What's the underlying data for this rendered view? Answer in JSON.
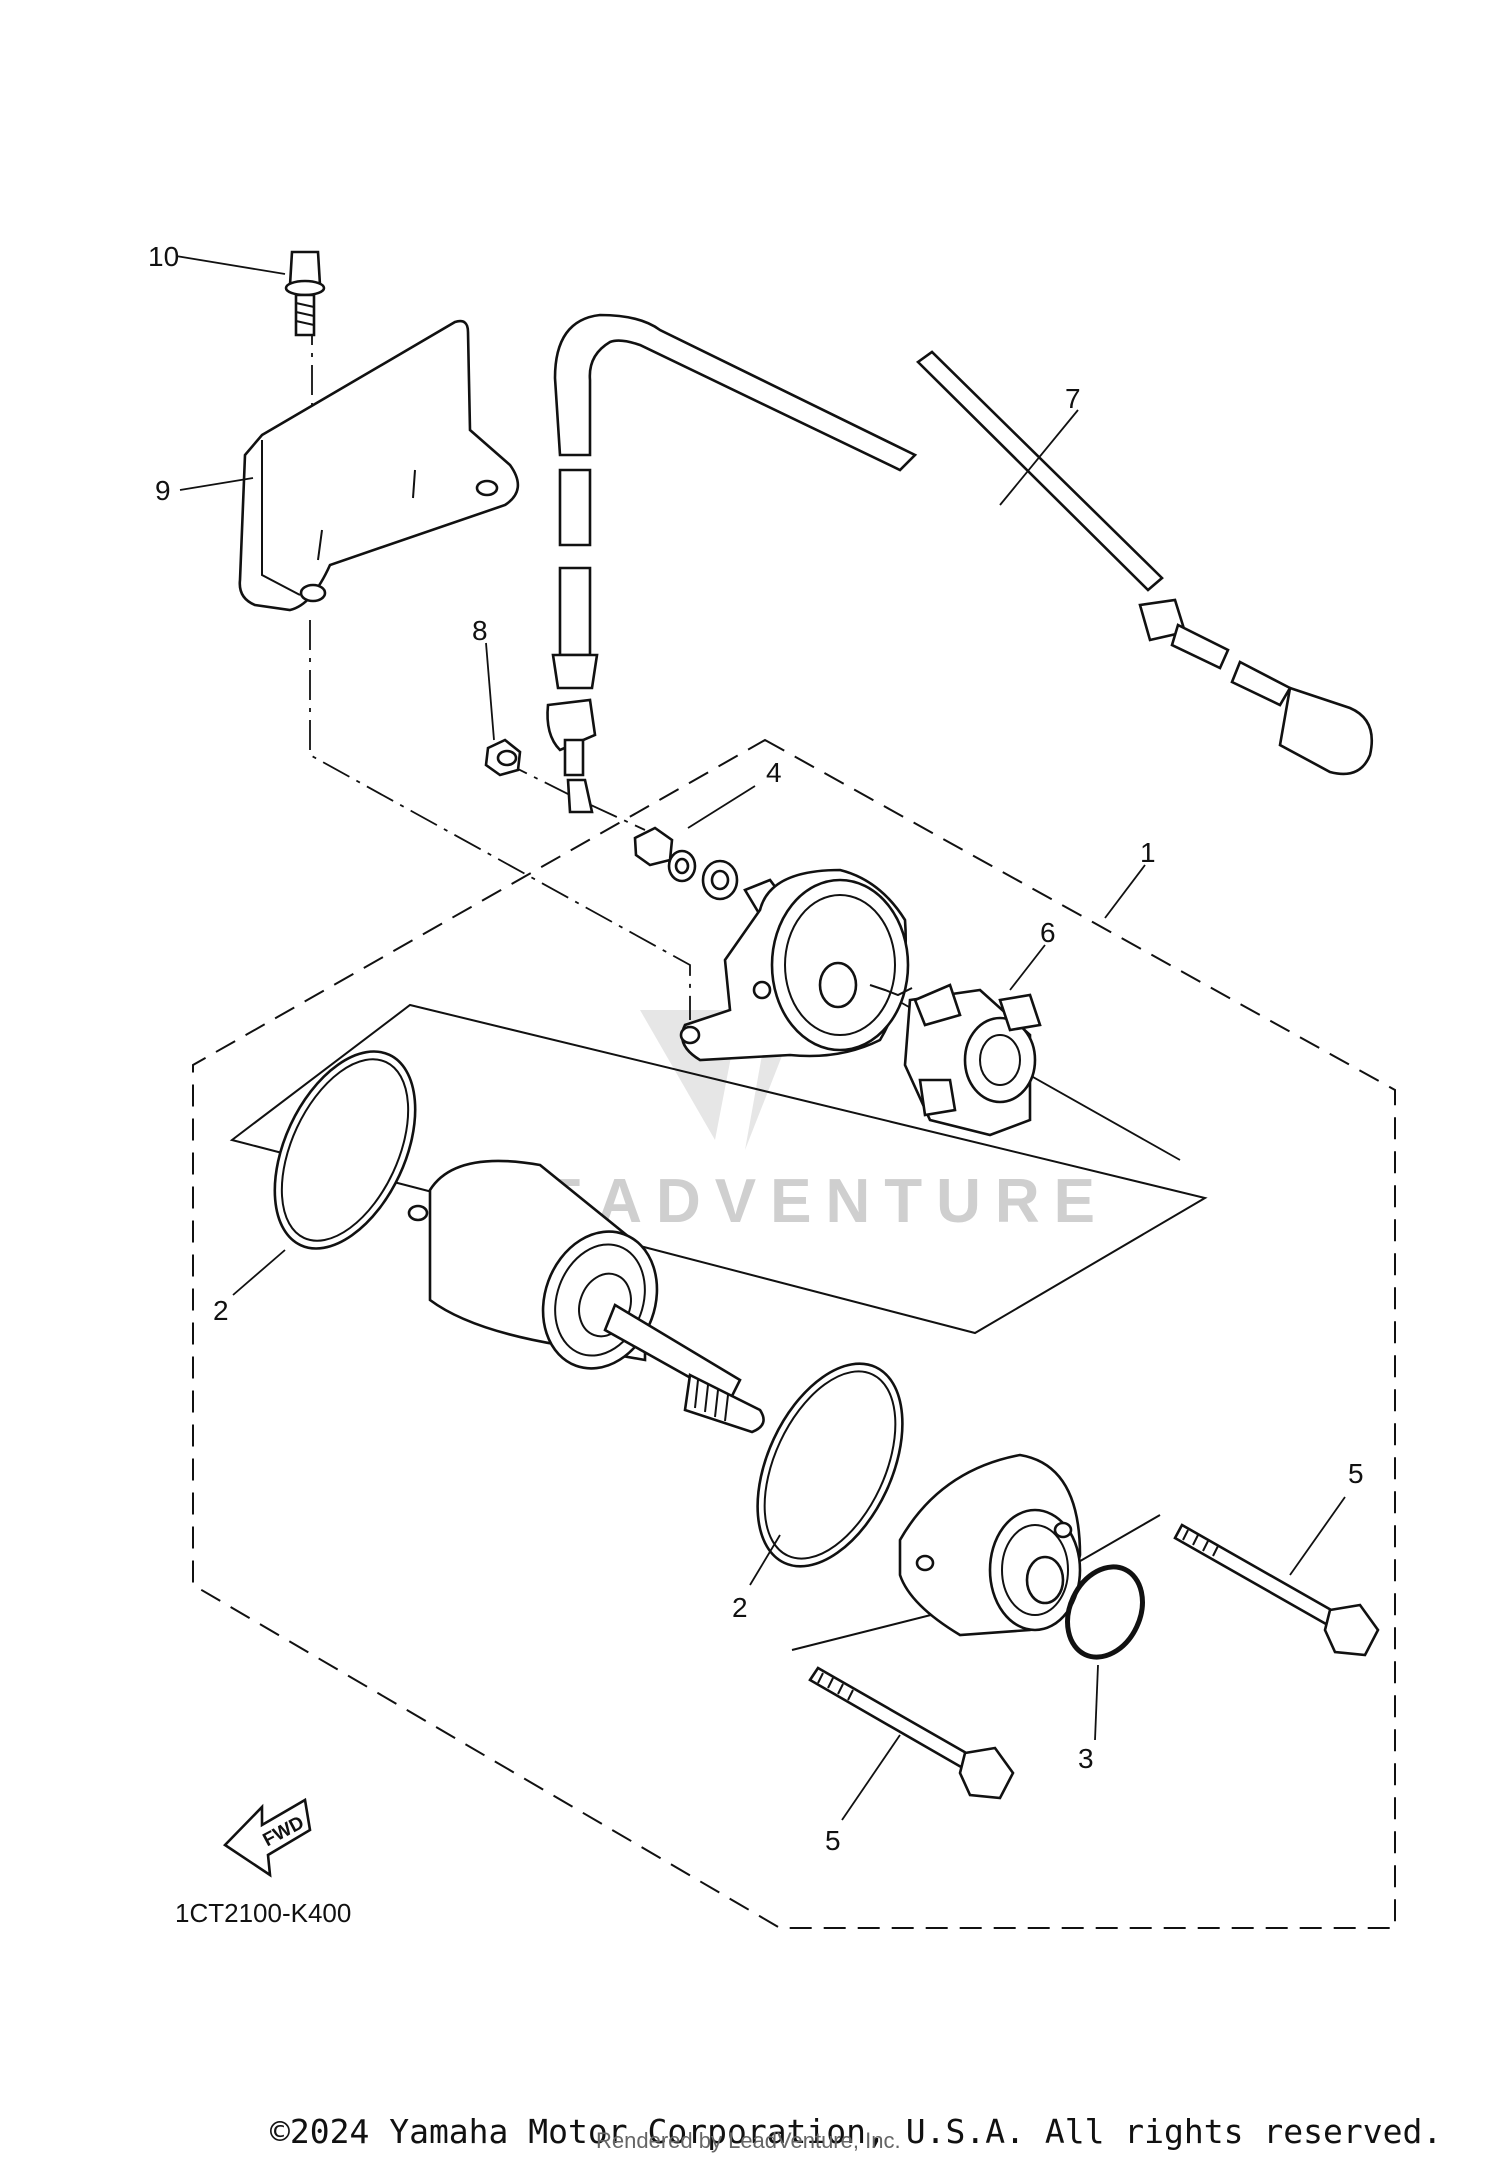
{
  "diagram": {
    "callouts": [
      "1",
      "2",
      "2",
      "3",
      "4",
      "5",
      "5",
      "6",
      "7",
      "8",
      "9",
      "10"
    ],
    "fwd_badge": "FWD",
    "diagram_code": "1CT2100-K400",
    "watermark": "LEADVENTURE"
  },
  "footer": {
    "copyright": "©2024 Yamaha Motor Corporation, U.S.A. All rights reserved.",
    "rendered_by": "Rendered by LeadVenture, Inc."
  }
}
